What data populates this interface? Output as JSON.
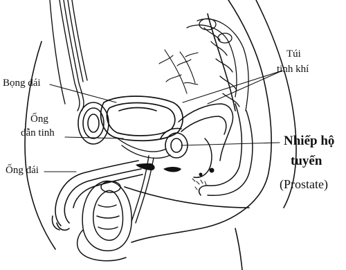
{
  "labels": {
    "bladder": "Bọng đái",
    "vas_deferens_line1": "Ống",
    "vas_deferens_line2": "dẫn tinh",
    "urethra": "Ống đái",
    "seminal_vesicle_line1": "Túi",
    "seminal_vesicle_line2": "tinh khí",
    "prostate_line1": "Nhiếp hộ",
    "prostate_line2": "tuyến",
    "prostate_latin": "(Prostate)"
  },
  "colors": {
    "ink": "#111111",
    "background": "#ffffff"
  }
}
